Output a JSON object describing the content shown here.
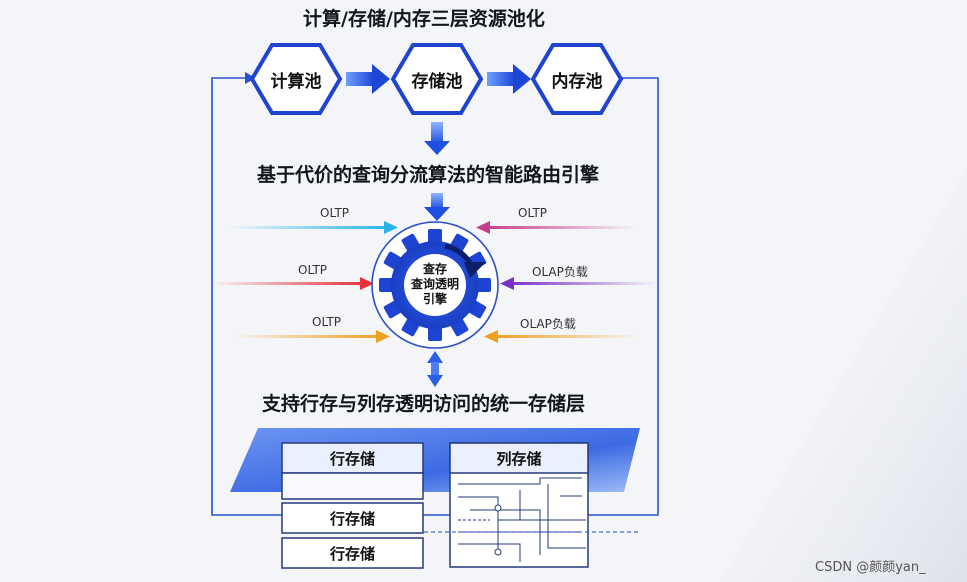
{
  "title_top": "计算/存储/内存三层资源池化",
  "pools": [
    "计算池",
    "存储池",
    "内存池"
  ],
  "engine_title": "基于代价的查询分流算法的智能路由引擎",
  "left_inputs": [
    "OLTP",
    "OLTP",
    "OLTP"
  ],
  "right_inputs": [
    "OLTP",
    "OLAP负载",
    "OLAP负载"
  ],
  "engine_label": [
    "查存",
    "查询透明",
    "引擎"
  ],
  "storage_title": "支持行存与列存透明访问的统一存储层",
  "row_store_label": "行存储",
  "col_store_label": "列存储",
  "watermark": "CSDN @颜颜yan_",
  "colors": {
    "accent_blue": "#2350d8",
    "oltp_cyan": "#2ab4e8",
    "oltp_red": "#e8323a",
    "oltp_orange": "#f0a020",
    "oltp_magenta": "#c83c8c",
    "olap_purple": "#7a32c8"
  }
}
